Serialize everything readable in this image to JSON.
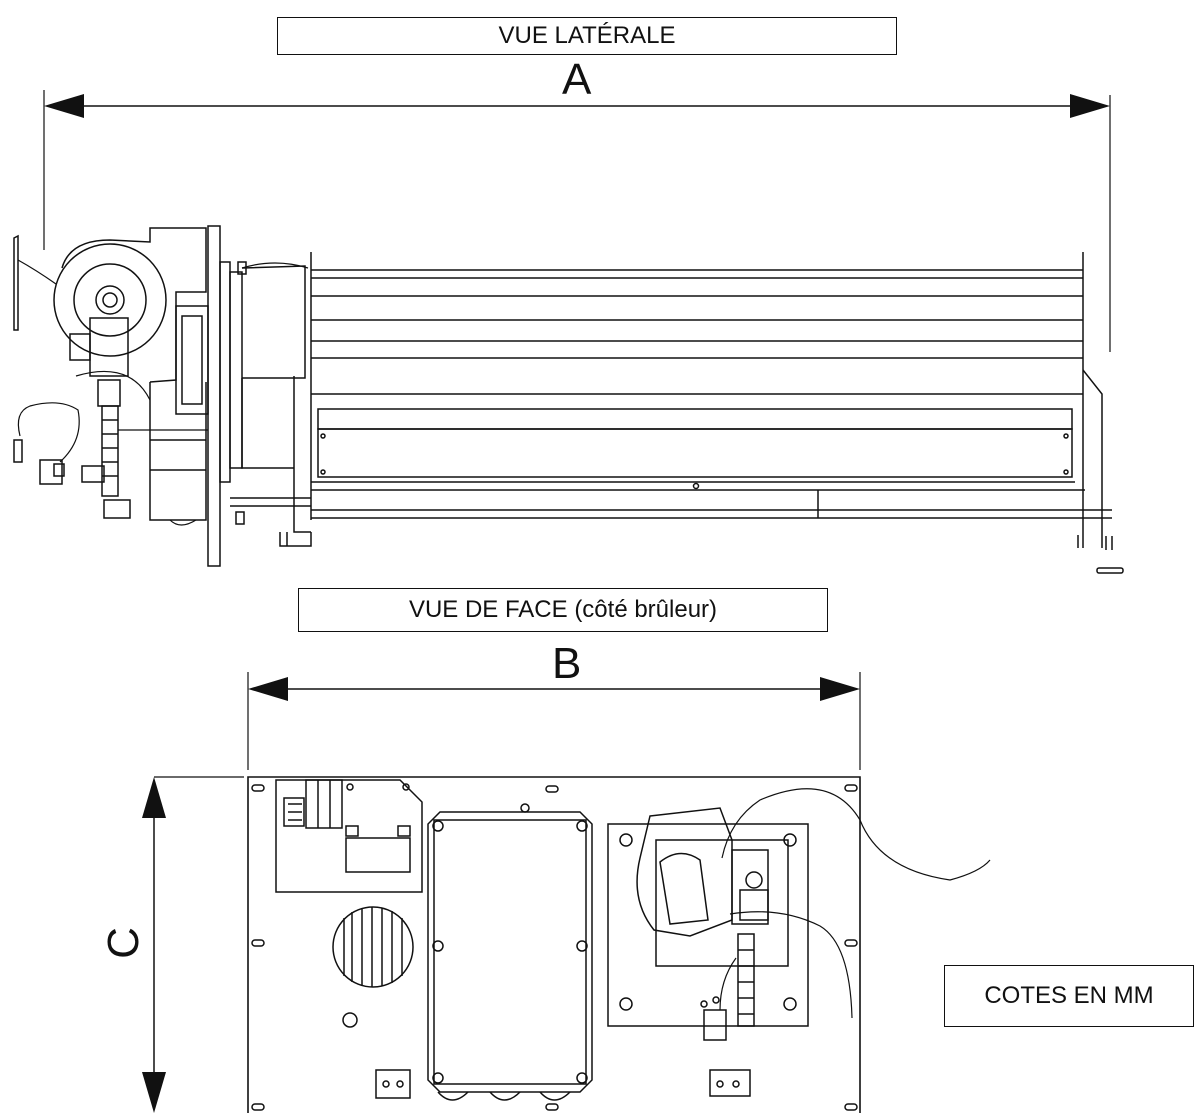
{
  "titles": {
    "side_view": "VUE LATÉRALE",
    "front_view": "VUE DE FACE (côté brûleur)",
    "units_note": "COTES EN MM"
  },
  "dimensions": {
    "a": "A",
    "b": "B",
    "c": "C"
  },
  "colors": {
    "line": "#111111",
    "background": "#ffffff"
  }
}
